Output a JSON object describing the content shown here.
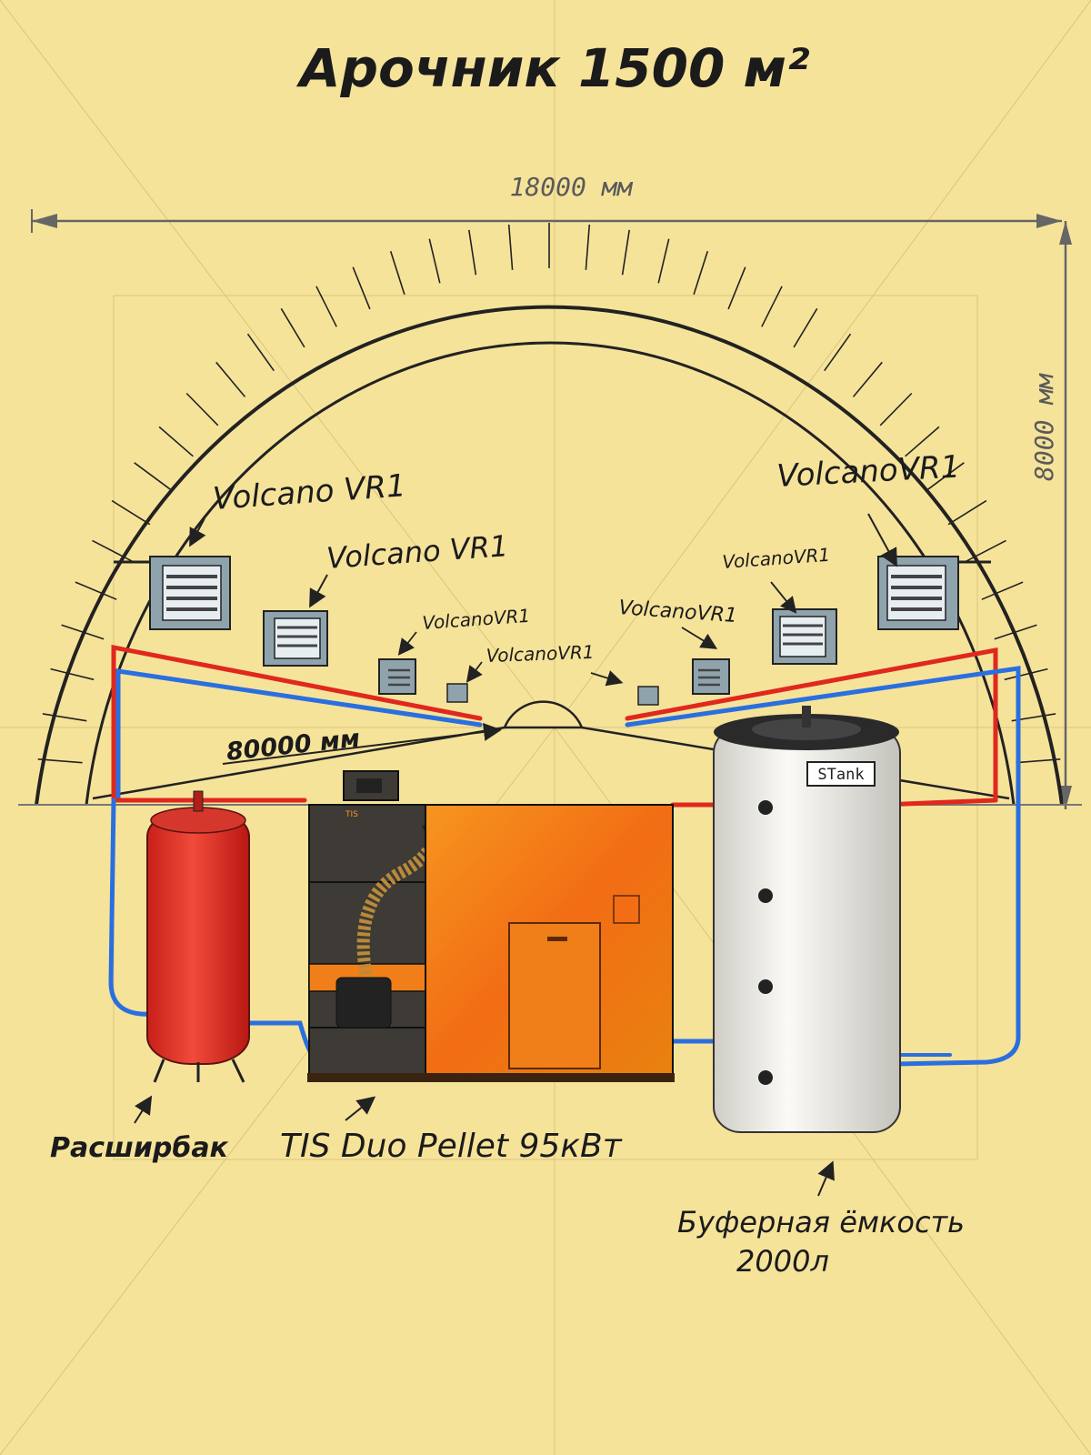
{
  "title": "Арочник 1500 м²",
  "dimensions": {
    "width": "18000 мм",
    "height": "8000 мм",
    "length": "80000 мм"
  },
  "heater_label": "Volcano VR1",
  "heaters_left": [
    {
      "label": "Volcano VR1"
    },
    {
      "label": "Volcano VR1"
    },
    {
      "label": "VolcanoVR1"
    },
    {
      "label": "VolcanoVR1"
    }
  ],
  "heaters_right": [
    {
      "label": "VolcanoVR1"
    },
    {
      "label": "VolcanoVR1"
    },
    {
      "label": "VolcanoVR1"
    }
  ],
  "equipment": {
    "expansion_tank": "Расширбак",
    "boiler": "TIS Duo Pellet 95кВт",
    "boiler_badge": "TIS",
    "buffer_tank_line1": "Буферная ёмкость",
    "buffer_tank_line2": "2000л",
    "buffer_brand": "STank"
  },
  "colors": {
    "background": "#f6e39a",
    "supply_pipe": "#e0281e",
    "return_pipe": "#2a6fe0",
    "expansion_tank": "#e8332a",
    "boiler_body": "#f07f1a",
    "boiler_dark": "#3e3b36",
    "buffer_tank": "#f2f0ea"
  }
}
